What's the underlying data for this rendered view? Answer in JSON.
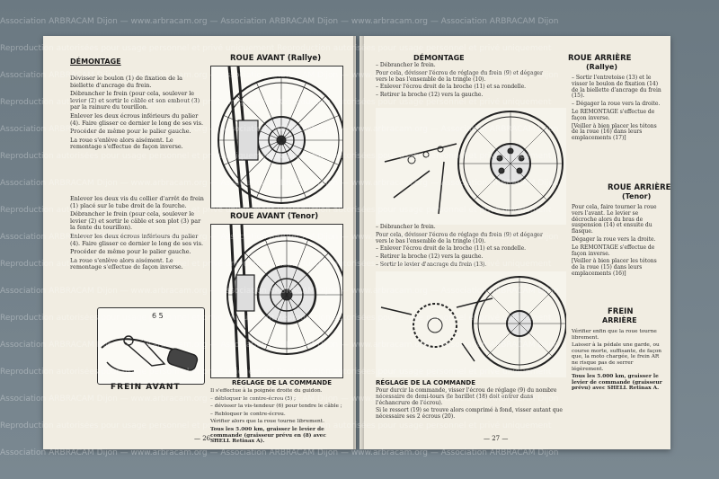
{
  "watermarks": {
    "line1": "Association ARBRACAM Dijon — www.arbracam.org — Association ARBRACAM Dijon — www.arbracam.org — Association ARBRACAM Dijon",
    "line2": "Reproduction autorisées pour usage personnel et privé uniquement   Reproduction autorisées pour usage personnel et privé uniquement"
  },
  "left_page": {
    "page_number": "— 26 —",
    "demontage_title": "DÉMONTAGE",
    "rallye_paragraphs": [
      "Dévisser le boulon (1) de fixation de la biellette d'ancrage du frein.",
      "Débrancher le frein (pour cela, soulever le levier (2) et sortir le câble et son embout (3) par la rainure du tourillon.",
      "Enlever les deux écrous inférieurs du palier (4). Faire glisser ce dernier le long de ses vis.",
      "Procéder de même pour le palier gauche.",
      "La roue s'enlève alors aisément. Le remontage s'effectue de façon inverse."
    ],
    "tenor_paragraphs": [
      "Enlever les deux vis du collier d'arrêt de frein (1) placé sur le tube droit de la fourche.",
      "Débrancher le frein (pour cela, soulever le levier (2) et sortir le câble et son plot (3) par la fente du tourillon).",
      "Enlever les deux écrous inférieurs du palier (4). Faire glisser ce dernier le long de ses vis.",
      "Procéder de même pour le palier gauche.",
      "La roue s'enlève alors aisément. Le remontage s'effectue de façon inverse."
    ],
    "fig_rallye_title": "ROUE AVANT (Rallye)",
    "fig_tenor_title": "ROUE AVANT (Tenor)",
    "lever_numbers": "6  5",
    "frein_avant_title": "FREIN AVANT",
    "reglage_title": "RÉGLAGE DE LA COMMANDE",
    "reglage_lines": [
      "Il s'effectue à la poignée droite du guidon.",
      "– débloquer le contre-écrou (5) ;",
      "– dévisser la vis-tendeur (6) pour tendre le câble ;",
      "– Rebloquer le contre-écrou.",
      "Vérifier alors que la roue tourne librement."
    ],
    "reglage_bold": "Tous les 5.000 km, graisser le levier de commande (graisseur prévu en (8) avec SHELL Retinax A)."
  },
  "right_page": {
    "page_number": "— 27 —",
    "demontage_title": "DÉMONTAGE",
    "rallye_left": [
      "– Débrancher le frein.",
      "Pour cela, dévisser l'écrou de réglage du frein (9) et dégager vers le bas l'ensemble de la tringle (10).",
      "– Enlever l'écrou droit de la broche (11) et sa rondelle.",
      "– Retirer la broche (12) vers la gauche."
    ],
    "roue_arriere_rallye_title": "ROUE ARRIÈRE",
    "roue_arriere_rallye_sub": "(Rallye)",
    "rallye_right": [
      "– Sortir l'entretoise (13) et le visser le boulon de fixation (14) de la biellette d'ancrage du frein (15).",
      "– Dégager la roue vers la droite.",
      "Le REMONTAGE s'effectue de façon inverse.",
      "[Veiller à bien placer les tétons de la roue (16) dans leurs emplacements (17)]"
    ],
    "tenor_left": [
      "– Débrancher le frein.",
      "Pour cela, dévisser l'écrou de réglage du frein (9) et dégager vers le bas l'ensemble de la tringle (10).",
      "– Enlever l'écrou droit de la broche (11) et sa rondelle.",
      "– Retirer la broche (12) vers la gauche.",
      "– Sortir le levier d'ancrage du frein (13)."
    ],
    "roue_arriere_tenor_title": "ROUE ARRIÈRE",
    "roue_arriere_tenor_sub": "(Tenor)",
    "tenor_right": [
      "Pour cela, faire tourner la roue vers l'avant. Le levier se décroche alors du bras de suspension (14) et ensuite du flasque.",
      "Dégager la roue vers la droite.",
      "Le REMONTAGE s'effectue de façon inverse.",
      "[Veiller à bien placer les tétons de la roue (15) dans leurs emplacements (16)]"
    ],
    "frein_arriere_title": "FREIN",
    "frein_arriere_sub": "ARRIÈRE",
    "frein_arriere_text": [
      "Vérifier enfin que la roue tourne librement.",
      "Laisser à la pédale une garde, ou course morte, suffisante, de façon que, la moto chargée, le frein AR ne risque pas de serrer légèrement."
    ],
    "frein_arriere_bold": "Tous les 5.000 km, graisser le levier de commande (graisseur prévu) avec SHELL Retinax A.",
    "reglage_title": "RÉGLAGE DE LA COMMANDE",
    "reglage_lines": [
      "Pour durcir la commande, visser l'écrou de réglage (9) du nombre nécessaire de demi-tours (le barillet (18) doit entrer dans l'échancrure de l'écrou).",
      "Si le ressort (19) se trouve alors comprimé à fond, visser autant que nécessaire ses 2 écrous (20)."
    ]
  }
}
